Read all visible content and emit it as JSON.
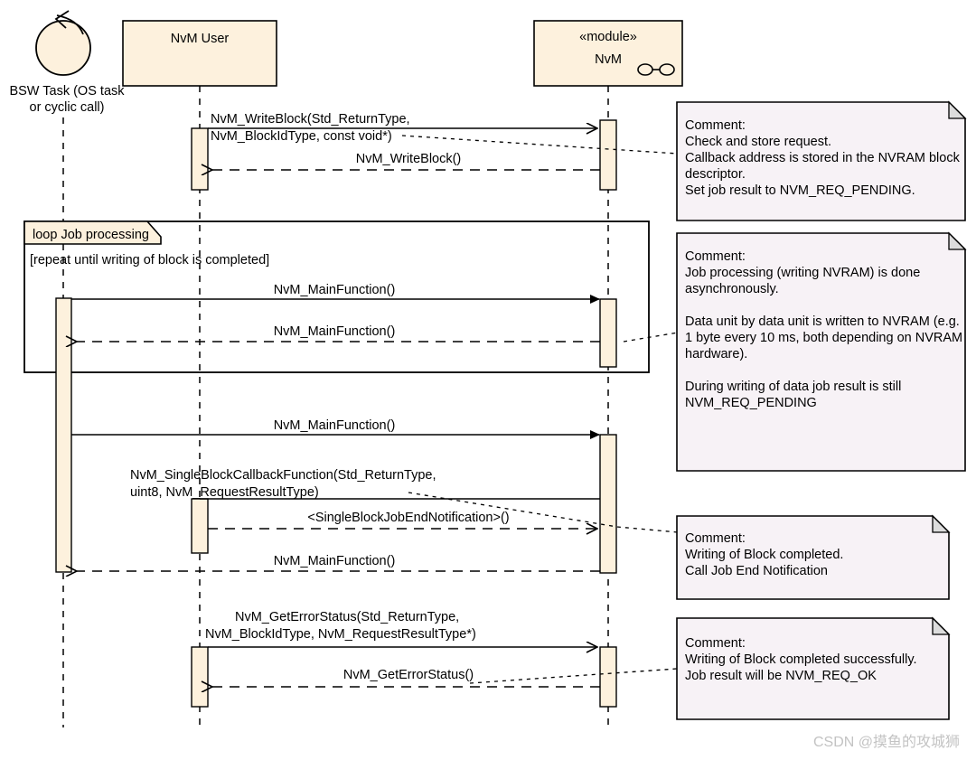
{
  "diagram": {
    "kind": "uml-sequence-diagram",
    "title_text": "",
    "colors": {
      "lifeline_header_fill": "#FDF1DD",
      "activation_fill": "#FDF1DD",
      "note_fill": "#F7F2F6",
      "note_fold_fill": "#DCDCDC",
      "line": "#000000",
      "background": "#FFFFFF",
      "watermark": "#C3C3C3"
    },
    "participants": [
      {
        "id": "bsw",
        "type": "actor-cyclic",
        "label_line1": "BSW Task (OS task",
        "label_line2": "or cyclic call)",
        "icon": "cyclic-task-circle-icon"
      },
      {
        "id": "nvmuser",
        "type": "box",
        "label": "NvM User",
        "stereotype": ""
      },
      {
        "id": "nvm",
        "type": "box",
        "label": "NvM",
        "stereotype": "«module»",
        "icon": "component-ball-socket-icon"
      }
    ],
    "fragment": {
      "label": "loop Job processing",
      "guard": "[repeat until writing of block is completed]"
    },
    "messages": [
      {
        "id": "m1",
        "from": "nvmuser",
        "to": "nvm",
        "style": "solid",
        "label_line1": "NvM_WriteBlock(Std_ReturnType,",
        "label_line2": "NvM_BlockIdType, const void*)"
      },
      {
        "id": "m2",
        "from": "nvm",
        "to": "nvmuser",
        "style": "dashed",
        "label_line1": "NvM_WriteBlock()",
        "label_line2": ""
      },
      {
        "id": "m3",
        "from": "bsw",
        "to": "nvm",
        "style": "solid",
        "label_line1": "NvM_MainFunction()",
        "label_line2": ""
      },
      {
        "id": "m4",
        "from": "nvm",
        "to": "bsw",
        "style": "dashed",
        "label_line1": "NvM_MainFunction()",
        "label_line2": ""
      },
      {
        "id": "m5",
        "from": "bsw",
        "to": "nvm",
        "style": "solid",
        "label_line1": "NvM_MainFunction()",
        "label_line2": ""
      },
      {
        "id": "m6",
        "from": "nvm",
        "to": "nvmuser",
        "style": "solid",
        "label_line1": "NvM_SingleBlockCallbackFunction(Std_ReturnType,",
        "label_line2": "uint8, NvM_RequestResultType)"
      },
      {
        "id": "m7",
        "from": "nvmuser",
        "to": "nvm",
        "style": "dashed",
        "label_line1": "<SingleBlockJobEndNotification>()",
        "label_line2": ""
      },
      {
        "id": "m8",
        "from": "nvm",
        "to": "bsw",
        "style": "dashed",
        "label_line1": "NvM_MainFunction()",
        "label_line2": ""
      },
      {
        "id": "m9",
        "from": "nvmuser",
        "to": "nvm",
        "style": "solid",
        "label_line1": "NvM_GetErrorStatus(Std_ReturnType,",
        "label_line2": "NvM_BlockIdType, NvM_RequestResultType*)"
      },
      {
        "id": "m10",
        "from": "nvm",
        "to": "nvmuser",
        "style": "dashed",
        "label_line1": "NvM_GetErrorStatus()",
        "label_line2": ""
      }
    ],
    "notes": [
      {
        "id": "n1",
        "anchor_message": "m1",
        "lines": [
          "Comment:",
          "Check and store request.",
          "Callback address is stored in the NVRAM block",
          "descriptor.",
          "Set job result to NVM_REQ_PENDING."
        ]
      },
      {
        "id": "n2",
        "anchor_message": "m4",
        "lines": [
          "Comment:",
          "Job processing (writing NVRAM) is done",
          "asynchronously.",
          "",
          "Data unit by data unit is written to NVRAM (e.g.",
          "1 byte every 10 ms, both depending on  NVRAM",
          "hardware).",
          "",
          "During writing of data job result is still",
          "NVM_REQ_PENDING"
        ]
      },
      {
        "id": "n3",
        "anchor_message": "m6",
        "lines": [
          "Comment:",
          "Writing of Block completed.",
          "Call Job End Notification"
        ]
      },
      {
        "id": "n4",
        "anchor_message": "m10",
        "lines": [
          "Comment:",
          "Writing of Block completed successfully.",
          "Job result will be NVM_REQ_OK"
        ]
      }
    ]
  },
  "watermark": {
    "text": "CSDN @摸鱼的攻城狮"
  }
}
